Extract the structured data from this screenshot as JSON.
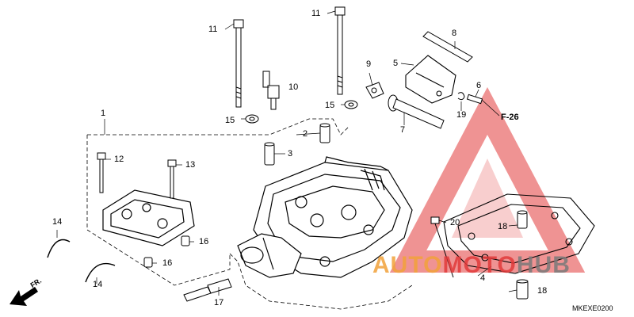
{
  "callouts": {
    "c1": "1",
    "c2": "2",
    "c3": "3",
    "c4": "4",
    "c5": "5",
    "c6": "6",
    "c7": "7",
    "c8": "8",
    "c9": "9",
    "c10": "10",
    "c11a": "11",
    "c11b": "11",
    "c12": "12",
    "c13": "13",
    "c14a": "14",
    "c14b": "14",
    "c15a": "15",
    "c15b": "15",
    "c16a": "16",
    "c16b": "16",
    "c17": "17",
    "c18a": "18",
    "c18b": "18",
    "c19": "19",
    "c20": "20"
  },
  "reference": "F-26",
  "direction_label": "FR.",
  "diagram_code": "MKEXE0200",
  "watermark": {
    "part1": "AUTO",
    "part2": "MOTO",
    "part3": "HUB",
    "colors": {
      "red": "#e23a3a",
      "orange": "#f2a23a",
      "gray": "#7a7a7a"
    }
  }
}
